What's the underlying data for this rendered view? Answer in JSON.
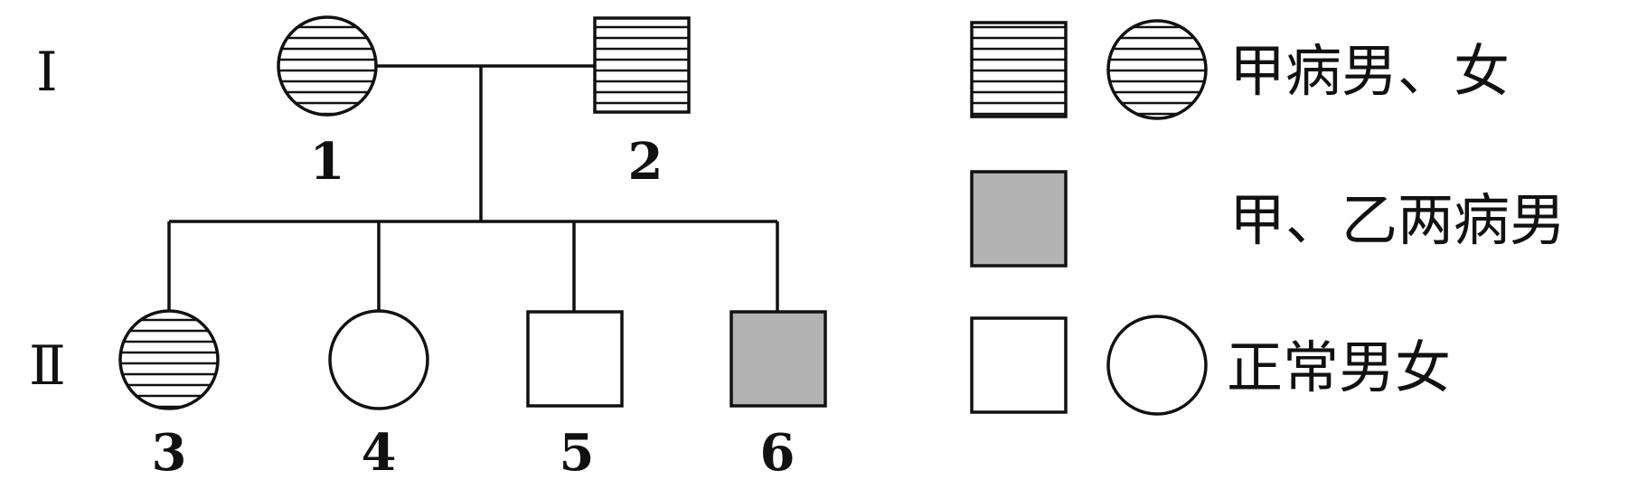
{
  "generations": {
    "gen1": "Ⅰ",
    "gen2": "Ⅱ"
  },
  "individuals": [
    {
      "id": "1",
      "label": "1",
      "sex": "female",
      "status": "甲病"
    },
    {
      "id": "2",
      "label": "2",
      "sex": "male",
      "status": "甲病"
    },
    {
      "id": "3",
      "label": "3",
      "sex": "female",
      "status": "甲病"
    },
    {
      "id": "4",
      "label": "4",
      "sex": "female",
      "status": "正常"
    },
    {
      "id": "5",
      "label": "5",
      "sex": "male",
      "status": "正常"
    },
    {
      "id": "6",
      "label": "6",
      "sex": "male",
      "status": "甲、乙两病"
    }
  ],
  "legend": {
    "disease_a": "甲病男、女",
    "both_diseases_male": "甲、乙两病男",
    "normal": "正常男女"
  },
  "colors": {
    "both_diseases_fill": "#b3b3b3",
    "stroke": "#111111"
  }
}
